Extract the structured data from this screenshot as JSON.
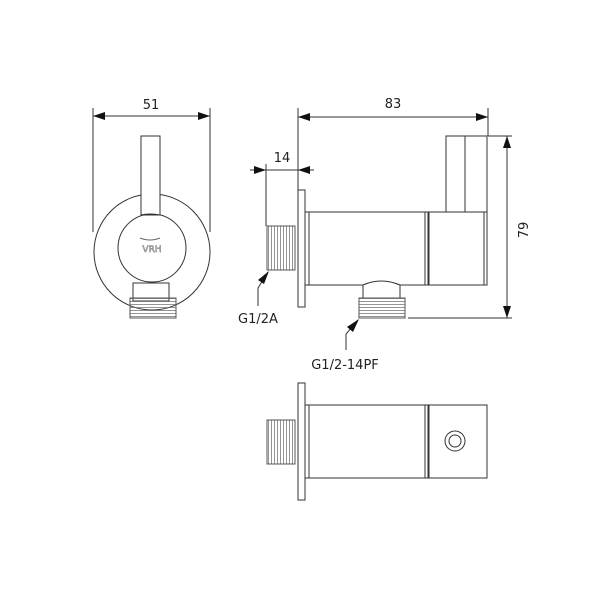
{
  "dimensions": {
    "width_front": "51",
    "length_side": "83",
    "thread_length": "14",
    "height": "79"
  },
  "labels": {
    "inlet_thread": "G1/2A",
    "outlet_thread": "G1/2-14PF"
  },
  "logo": "VRH"
}
